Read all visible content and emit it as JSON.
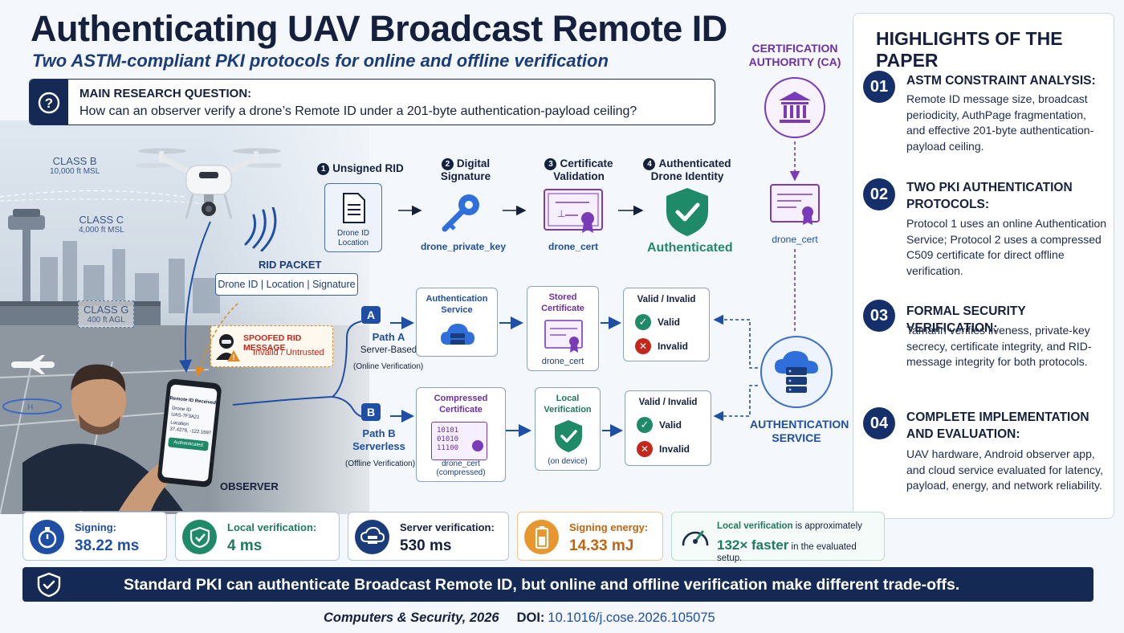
{
  "header": {
    "title": "Authenticating UAV Broadcast Remote ID",
    "subtitle": "Two ASTM-compliant PKI protocols for online and offline verification"
  },
  "research_question": {
    "title": "MAIN RESEARCH QUESTION:",
    "text": "How can an observer verify a drone’s Remote ID under a 201-byte authentication-payload ceiling?"
  },
  "airspace": {
    "class_b": {
      "name": "CLASS B",
      "altitude": "10,000 ft MSL"
    },
    "class_c": {
      "name": "CLASS C",
      "altitude": "4,000 ft MSL"
    },
    "class_g": {
      "name": "CLASS G",
      "altitude": "400 ft AGL"
    }
  },
  "rid_packet": {
    "title": "RID PACKET",
    "fields": "Drone ID | Location | Signature"
  },
  "spoof": {
    "title": "SPOOFED RID MESSAGE",
    "subtitle": "Invalid / Untrusted"
  },
  "phone": {
    "title": "Remote ID Received",
    "line1": "Drone ID",
    "line2": "UAS-7F3A21",
    "line3": "Location",
    "line4": "37.4276, -122.1697",
    "status": "Authenticated"
  },
  "observer_label": "OBSERVER",
  "steps": [
    {
      "num": "1",
      "label": "Unsigned RID"
    },
    {
      "num": "2",
      "label": "Digital Signature"
    },
    {
      "num": "3",
      "label": "Certificate Validation"
    },
    {
      "num": "4",
      "label": "Authenticated Drone Identity"
    }
  ],
  "step_details": {
    "doc_label": "Drone ID Location",
    "key_label": "drone_private_key",
    "cert_label": "drone_cert",
    "auth_label": "Authenticated"
  },
  "ca": {
    "label": "CERTIFICATION AUTHORITY (CA)",
    "cert_label": "drone_cert"
  },
  "path_a": {
    "badge": "A",
    "title": "Path A",
    "subtitle": "Server-Based",
    "mode": "(Online Verification)",
    "service_title": "Authentication Service",
    "stored_title": "Stored Certificate",
    "stored_foot": "drone_cert",
    "valid_invalid": "Valid / Invalid",
    "valid": "Valid",
    "invalid": "Invalid"
  },
  "path_b": {
    "badge": "B",
    "title": "Path B",
    "subtitle": "Serverless",
    "mode": "(Offline Verification)",
    "compressed_title": "Compressed Certificate",
    "binary": "10101\n01010\n11100",
    "compressed_foot": "drone_cert (compressed)",
    "local_title": "Local Verification",
    "local_foot": "(on device)",
    "valid_invalid": "Valid / Invalid",
    "valid": "Valid",
    "invalid": "Invalid"
  },
  "auth_service": {
    "label": "AUTHENTICATION SERVICE"
  },
  "highlights": {
    "title": "HIGHLIGHTS OF THE PAPER",
    "items": [
      {
        "num": "01",
        "head": "ASTM CONSTRAINT ANALYSIS:",
        "body": "Remote ID message size, broadcast periodicity, AuthPage fragmentation, and effective 201-byte authentication-payload ceiling."
      },
      {
        "num": "02",
        "head": "TWO PKI AUTHENTICATION PROTOCOLS:",
        "body": "Protocol 1 uses an online Authentication Service; Protocol 2 uses a compressed C509 certificate for direct offline verification."
      },
      {
        "num": "03",
        "head": "FORMAL SECURITY VERIFICATION:",
        "body": "Tamarin verifies liveness, private-key secrecy, certificate integrity, and RID-message integrity for both protocols."
      },
      {
        "num": "04",
        "head": "COMPLETE IMPLEMENTATION AND EVALUATION:",
        "body": "UAV hardware, Android observer app, and cloud service evaluated for latency, payload, energy, and network reliability."
      }
    ]
  },
  "metrics": [
    {
      "label": "Signing:",
      "value": "38.22 ms",
      "icon": "stopwatch-icon"
    },
    {
      "label": "Local verification:",
      "value": "4 ms",
      "icon": "shield-check-icon"
    },
    {
      "label": "Server verification:",
      "value": "530 ms",
      "icon": "cloud-server-icon"
    },
    {
      "label": "Signing energy:",
      "value": "14.33 mJ",
      "icon": "battery-icon"
    }
  ],
  "speedup": {
    "line1_bold": "Local verification",
    "line1_rest": " is approximately",
    "line2_bold": "132× faster",
    "line2_rest": " in the evaluated setup."
  },
  "banner": "Standard PKI can authenticate Broadcast Remote ID, but online and offline verification make different trade-offs.",
  "citation": {
    "journal": "Computers & Security, 2026",
    "doi_label": "DOI:",
    "doi": "10.1016/j.cose.2026.105075"
  },
  "colors": {
    "navy": "#152955",
    "blue": "#1f4fa5",
    "purple": "#6b2fa6",
    "green": "#1e8a68",
    "red": "#c4281c",
    "orange": "#e08a2a"
  }
}
